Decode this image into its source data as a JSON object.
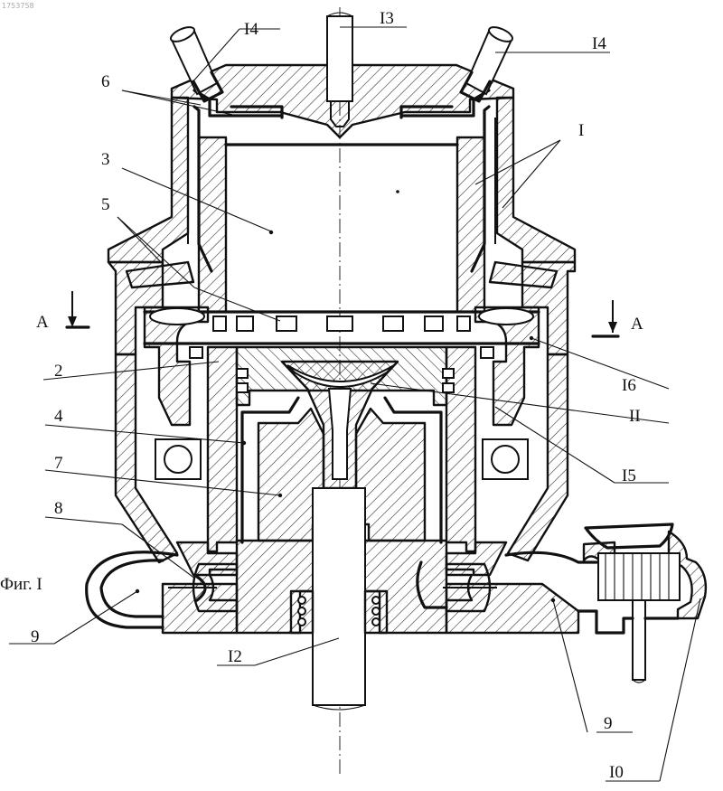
{
  "document_stamp": "1753758",
  "figure_caption": "Фиг. I",
  "section_marker": "A",
  "labels": {
    "l14_left": "I4",
    "l13": "I3",
    "l14_right": "I4",
    "l6": "6",
    "l3": "3",
    "l1": "I",
    "l5": "5",
    "l2": "2",
    "l4": "4",
    "l7": "7",
    "l8": "8",
    "l9_left": "9",
    "l12": "I2",
    "l16": "I6",
    "l11": "II",
    "l15": "I5",
    "l9_right": "9",
    "l10": "I0"
  }
}
